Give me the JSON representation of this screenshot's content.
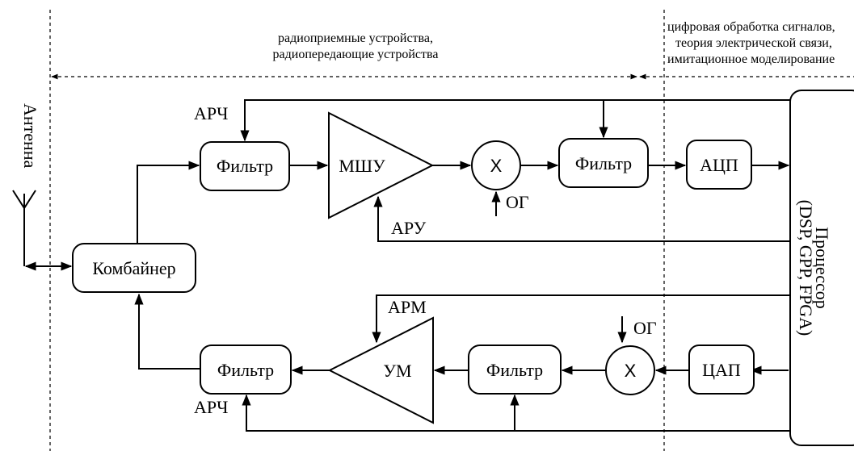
{
  "header": {
    "left_line1": "радиоприемные устройства,",
    "left_line2": "радиопередающие устройства",
    "right_line1": "цифровая обработка сигналов,",
    "right_line2": "теория электрической связи,",
    "right_line3": "имитационное моделирование"
  },
  "antenna_label": "Антенна",
  "combiner_label": "Комбайнер",
  "processor": {
    "line1": "Процессор",
    "line2": "(DSP, GPP, FPGA)"
  },
  "rx_chain": {
    "filter1": "Фильтр",
    "lna": "МШУ",
    "mixer": "X",
    "lo": "ОГ",
    "filter2": "Фильтр",
    "adc": "АЦП",
    "afc": "АРЧ",
    "agc": "АРУ"
  },
  "tx_chain": {
    "filter1": "Фильтр",
    "pa": "УМ",
    "filter2": "Фильтр",
    "mixer": "X",
    "lo": "ОГ",
    "dac": "ЦАП",
    "apc": "АРМ",
    "afc": "АРЧ"
  }
}
